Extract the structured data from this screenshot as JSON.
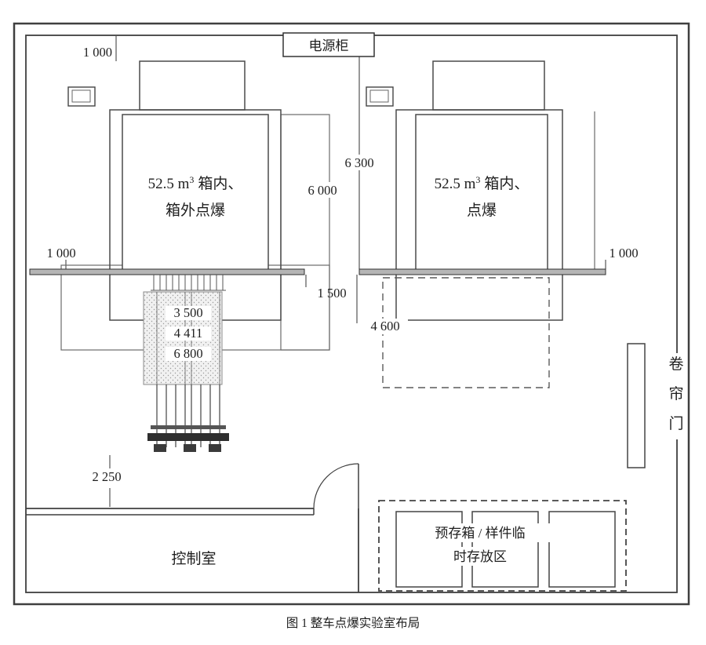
{
  "caption": "图 1 整车点爆实验室布局",
  "labels": {
    "power_cabinet": "电源柜",
    "left_chamber": {
      "size": "52.5 m",
      "sup": "3",
      "suffix": "箱内、",
      "line2": "箱外点爆"
    },
    "right_chamber": {
      "size": "52.5 m",
      "sup": "3",
      "suffix": "箱内、",
      "line2": "点爆"
    },
    "control_room": "控制室",
    "storage": {
      "line1": "预存箱 / 样件临",
      "line2": "时存放区"
    },
    "shutter": [
      "卷",
      "帘",
      "门"
    ]
  },
  "dims": {
    "top_gap": "1 000",
    "rail_left": "1 000",
    "rail_right": "1 000",
    "outer_height": "6 300",
    "inner_height": "6 000",
    "rail_gap": "1 500",
    "dashed_area": "4 600",
    "platform": [
      "3 500",
      "4 411",
      "6 800"
    ],
    "machine_gap": "2 250"
  },
  "colors": {
    "line": "#3f3f3f",
    "line_light": "#8a8a8a",
    "rail_fill": "#b5b5b5"
  }
}
